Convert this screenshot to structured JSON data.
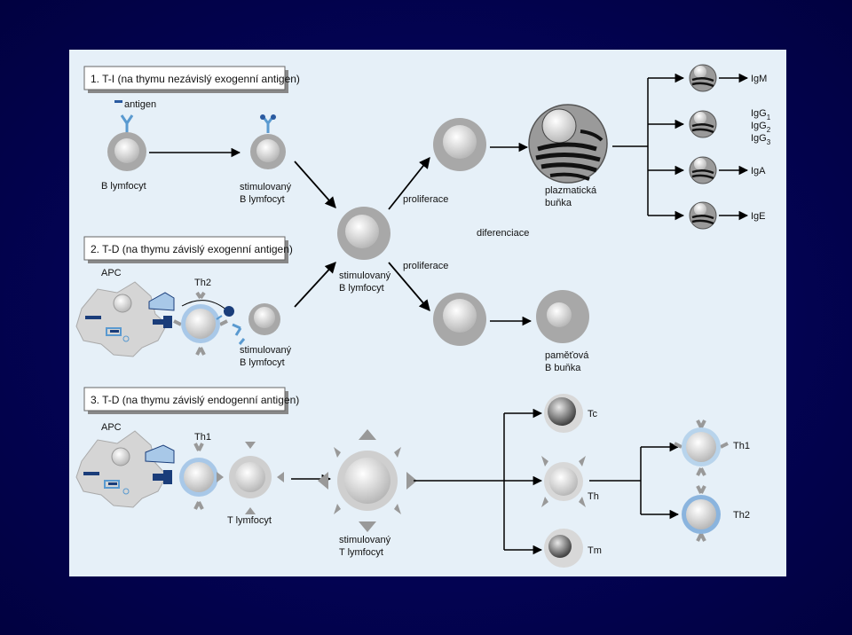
{
  "section1": {
    "title": "1. T-I (na thymu nezávislý exogenní antigen)",
    "antigen_label": "antigen",
    "b_cell_label": "B lymfocyt",
    "stimulated_label": [
      "stimulovaný",
      "B lymfocyt"
    ]
  },
  "section2": {
    "title": "2. T-D (na thymu závislý exogenní antigen)",
    "apc_label": "APC",
    "th2_label": "Th2",
    "stimulated_label": [
      "stimulovaný",
      "B lymfocyt"
    ]
  },
  "center": {
    "stimulated_label": [
      "stimulovaný",
      "B lymfocyt"
    ],
    "proliferation_top": "proliferace",
    "proliferation_bottom": "proliferace",
    "differentiation": "diferenciace",
    "plasma_cell_label": [
      "plazmatická",
      "buňka"
    ],
    "memory_cell_label": [
      "paměťová",
      "B buňka"
    ]
  },
  "antibodies": [
    {
      "name": "IgM"
    },
    {
      "name": "IgG",
      "subs": [
        "1",
        "2",
        "3"
      ]
    },
    {
      "name": "IgA"
    },
    {
      "name": "IgE"
    }
  ],
  "section3": {
    "title": "3. T-D (na thymu závislý endogenní antigen)",
    "apc_label": "APC",
    "th1_label": "Th1",
    "t_cell_label": "T lymfocyt",
    "stimulated_label": [
      "stimulovaný",
      "T lymfocyt"
    ],
    "outputs": [
      "Tc",
      "Th",
      "Tm"
    ],
    "th_outputs": [
      "Th1",
      "Th2"
    ]
  }
}
